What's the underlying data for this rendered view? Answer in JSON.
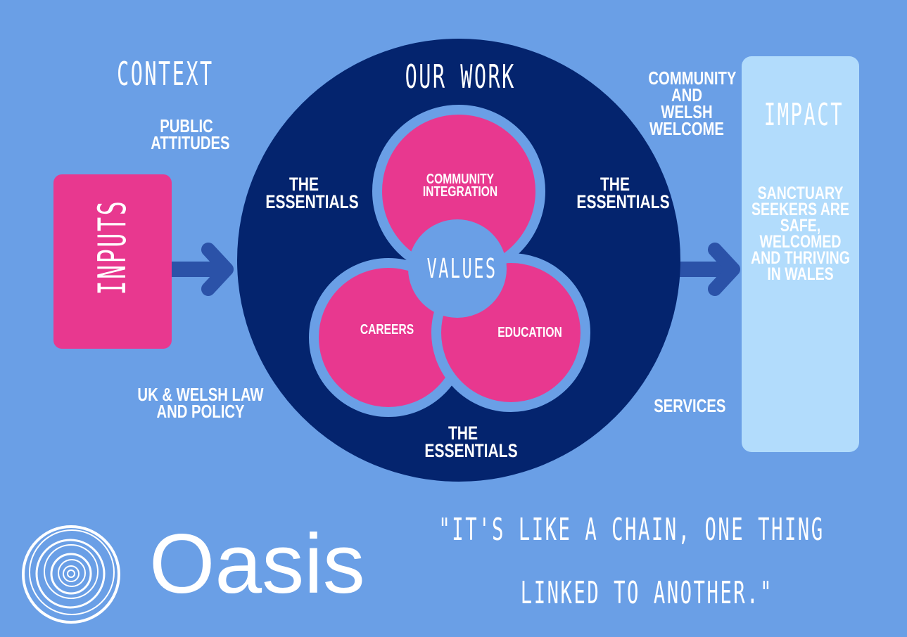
{
  "context": {
    "title": "CONTEXT"
  },
  "our_work": {
    "title": "OUR WORK"
  },
  "impact": {
    "title": "IMPACT",
    "statement": [
      "SANCTUARY",
      "SEEKERS ARE",
      "SAFE,",
      "WELCOMED",
      "AND THRIVING",
      "IN WALES"
    ]
  },
  "inputs": {
    "label": "INPUTS"
  },
  "context_items": {
    "public_attitudes": [
      "PUBLIC",
      "ATTITUDES"
    ],
    "law_policy": [
      "UK & WELSH LAW",
      "AND POLICY"
    ],
    "community_welcome": [
      "COMMUNITY",
      "AND WELSH",
      "WELCOME"
    ],
    "services": [
      "SERVICES"
    ]
  },
  "essentials": {
    "left": [
      "THE",
      "ESSENTIALS"
    ],
    "right": [
      "THE",
      "ESSENTIALS"
    ],
    "bottom": [
      "THE",
      "ESSENTIALS"
    ]
  },
  "circles": {
    "top": [
      "COMMUNITY",
      "INTEGRATION"
    ],
    "left": [
      "CAREERS"
    ],
    "right": [
      "EDUCATION"
    ],
    "center": "VALUES"
  },
  "quote": [
    "\"IT'S LIKE A CHAIN, ONE THING",
    "LINKED TO ANOTHER.\""
  ],
  "logo": {
    "text": "Oasis"
  },
  "colors": {
    "background": "#6a9fe6",
    "navy": "#04246e",
    "pink": "#e8388f",
    "light_blue_panel": "#b2dcfc",
    "arrow": "#2b52a8",
    "white": "#ffffff"
  }
}
